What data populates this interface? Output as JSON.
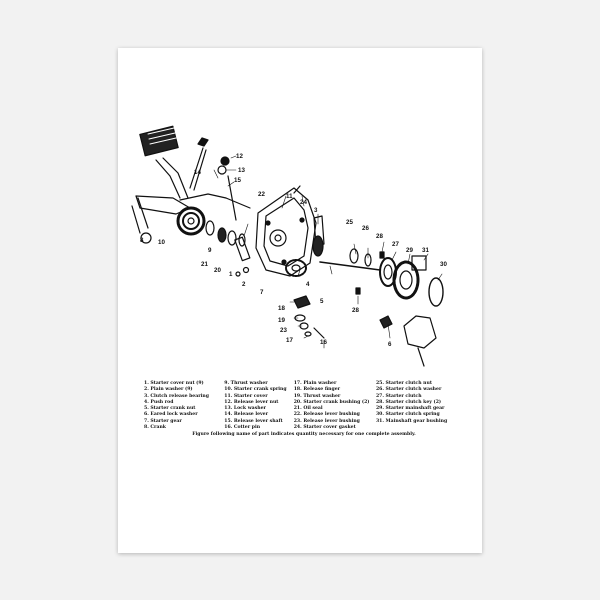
{
  "callouts": [
    "12",
    "13",
    "14",
    "15",
    "22",
    "11",
    "24",
    "9",
    "8",
    "10",
    "21",
    "20",
    "1",
    "2",
    "7",
    "3",
    "25",
    "26",
    "28",
    "27",
    "29",
    "31",
    "30",
    "4",
    "5",
    "18",
    "19",
    "23",
    "17",
    "16",
    "28",
    "6"
  ],
  "legend": {
    "columns": [
      [
        "1. Starter cover nut (9)",
        "2. Plain washer (9)",
        "3. Clutch release bearing",
        "4. Push rod",
        "5. Starter crank nut",
        "6. Eared lock washer",
        "7. Starter gear",
        "8. Crank"
      ],
      [
        "9. Thrust washer",
        "10. Starter crank spring",
        "11. Starter cover",
        "12. Release lever nut",
        "13. Lock washer",
        "14. Release lever",
        "15. Release lever shaft",
        "16. Cotter pin"
      ],
      [
        "17. Plain washer",
        "18. Release finger",
        "19. Thrust washer",
        "20. Starter crank bushing (2)",
        "21. Oil seal",
        "22. Release lever bushing",
        "23. Release lever bushing",
        "24. Starter cover gasket"
      ],
      [
        "25. Starter clutch nut",
        "26. Starter clutch washer",
        "27. Starter clutch",
        "28. Starter clutch key (2)",
        "29. Starter mainshaft gear",
        "30. Starter clutch spring",
        "31. Mainshaft gear bushing"
      ]
    ],
    "footnote": "Figure following name of part indicates quantity necessary for one complete assembly."
  }
}
